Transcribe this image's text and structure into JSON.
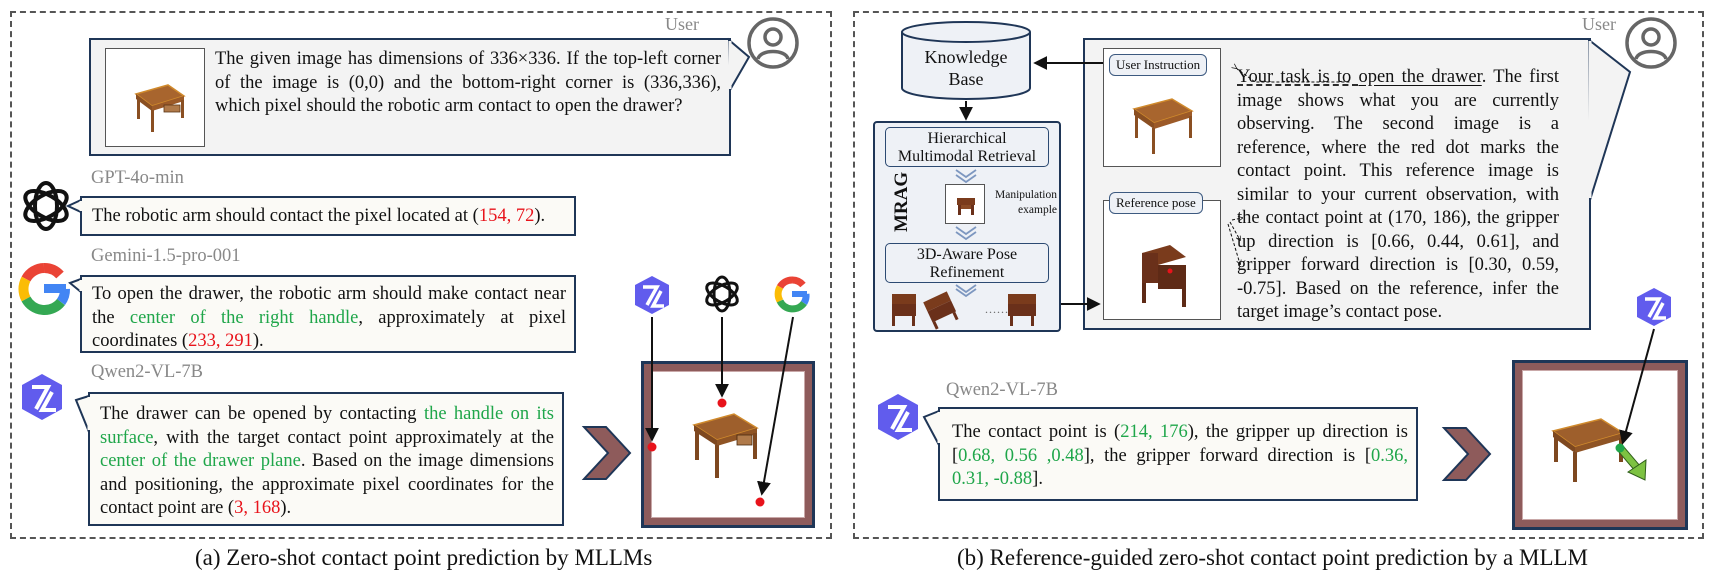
{
  "panel_a": {
    "caption": "(a) Zero-shot contact point prediction by MLLMs",
    "user_label": "User",
    "user_prompt": "The given image has dimensions of 336×336. If the top-left corner of the image is (0,0) and the bottom-right corner is (336,336), which pixel should the robotic arm contact to open the drawer?",
    "responses": [
      {
        "model": "GPT-4o-min",
        "logo": "openai-logo-icon",
        "segments": [
          {
            "text": "The robotic arm should contact the pixel located at (",
            "style": "plain"
          },
          {
            "text": "154, 72",
            "style": "red"
          },
          {
            "text": ").",
            "style": "plain"
          }
        ]
      },
      {
        "model": "Gemini-1.5-pro-001",
        "logo": "google-logo-icon",
        "segments": [
          {
            "text": "To open the drawer, the robotic arm should make contact near the ",
            "style": "plain"
          },
          {
            "text": "center of the right handle",
            "style": "green"
          },
          {
            "text": ", approximately at pixel coordinates (",
            "style": "plain"
          },
          {
            "text": "233, 291",
            "style": "red"
          },
          {
            "text": ").",
            "style": "plain"
          }
        ]
      },
      {
        "model": "Qwen2-VL-7B",
        "logo": "qwen-logo-icon",
        "segments": [
          {
            "text": "The drawer can be opened by contacting ",
            "style": "plain"
          },
          {
            "text": "the handle on its surface",
            "style": "green"
          },
          {
            "text": ", with the target contact point approximately at the ",
            "style": "plain"
          },
          {
            "text": "center of the drawer plane",
            "style": "green"
          },
          {
            "text": ". Based on the image dimensions and positioning, the approximate pixel coordinates for the contact point are (",
            "style": "plain"
          },
          {
            "text": "3, 168",
            "style": "red"
          },
          {
            "text": ").",
            "style": "plain"
          }
        ]
      }
    ],
    "prediction_markers": [
      "qwen-logo-icon",
      "openai-logo-icon",
      "google-logo-icon"
    ]
  },
  "panel_b": {
    "caption": "(b) Reference-guided zero-shot contact point prediction by a MLLM",
    "user_label": "User",
    "knowledge_base": "Knowledge Base",
    "knowledge_base_lines": [
      "Knowledge",
      "Base"
    ],
    "mrag_label": "MRAG",
    "stage1_lines": [
      "Hierarchical",
      "Multimodal Retrieval"
    ],
    "manipulation_example_lines": [
      "Manipulation",
      "example"
    ],
    "stage2_lines": [
      "3D-Aware Pose",
      "Refinement"
    ],
    "candidates_ellipsis": "......",
    "user_instruction_tag": "User Instruction",
    "reference_pose_tag": "Reference pose",
    "prompt_segments": [
      {
        "text": "Your task is to ",
        "style": "dashed-underline"
      },
      {
        "text": "open the drawer",
        "style": "solid-underline"
      },
      {
        "text": ". The first image shows what you are currently observing. The second image is a reference, where the red dot marks the contact point. This reference image is similar to your current observation, with the contact point at (170, 186), the gripper up direction is [0.66, 0.44, 0.61], and gripper forward direction is [0.30, 0.59, -0.75]. Based on the reference, infer the target image’s contact pose.",
        "style": "plain"
      }
    ],
    "response": {
      "model": "Qwen2-VL-7B",
      "segments": [
        {
          "text": "The contact point is (",
          "style": "plain"
        },
        {
          "text": "214, 176",
          "style": "green"
        },
        {
          "text": "), the gripper up direction is [",
          "style": "plain"
        },
        {
          "text": "0.68, 0.56 ,0.48",
          "style": "green"
        },
        {
          "text": "], the gripper forward direction is [",
          "style": "plain"
        },
        {
          "text": "0.36, 0.31, -0.88",
          "style": "green"
        },
        {
          "text": "].",
          "style": "plain"
        }
      ]
    }
  },
  "colors": {
    "bubble_border": "#1f3657",
    "frame_fill": "#8e5b5b",
    "red_value": "#e8131b",
    "green_value": "#1fa64a",
    "qwen_purple": "#615ced",
    "arrow_green": "#7dc242"
  }
}
